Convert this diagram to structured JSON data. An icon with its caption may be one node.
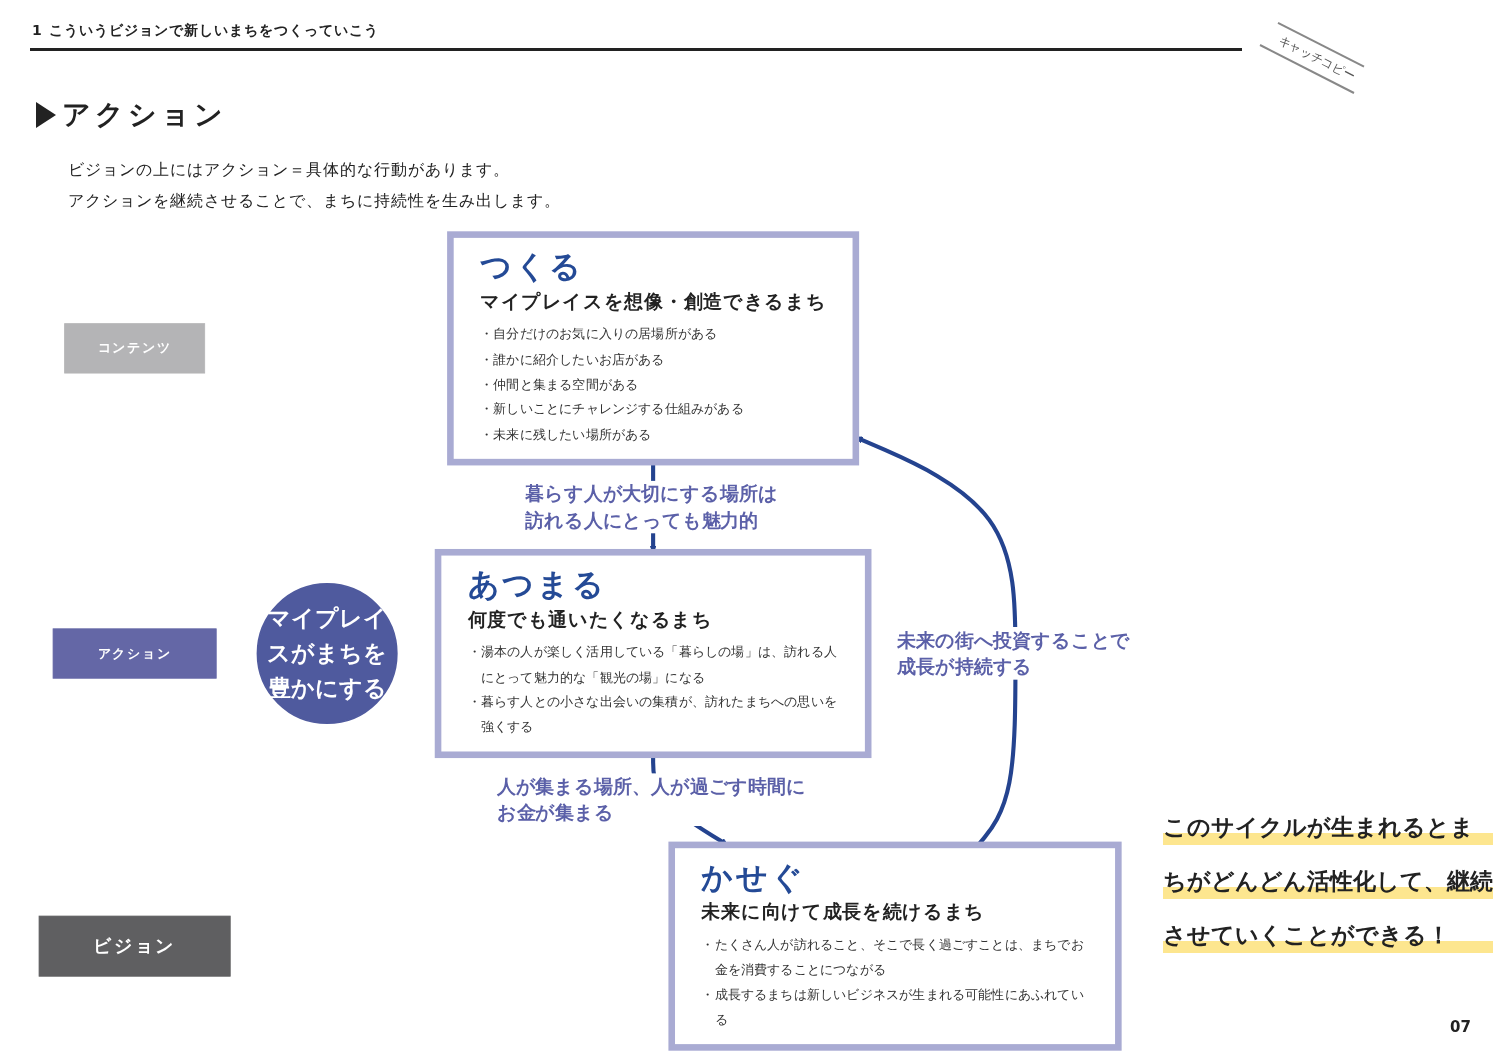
{
  "diagram": {
    "title": "アクション",
    "nodes": [
      {
        "text": [
          "コンテンツ"
        ]
      },
      {
        "text": [
          "アクション"
        ]
      },
      {
        "text": [
          "ビジョン"
        ]
      },
      {
        "text": [
          "つくる",
          "マイプレイスを想像・創造できるまち",
          "・自分だけのお気に入りの居場所がある",
          "・誰かに紹介したいお店がある",
          "・仲間と集まる空間がある",
          "・新しいことにチャレンジする仕組みがある",
          "・未来に残したい場所がある"
        ]
      },
      {
        "text": [
          "マイプレイスがまちを豊かにする"
        ]
      },
      {
        "text": [
          "あつまる",
          "何度でも通いたくなるまち",
          "・湯本の人が楽しく活用している「暮らしの場」は、訪れる人にとって魅力的な「観光の場」になる",
          "・暮らす人との小さな出会いの集積が、訪れたまちへの思いを強くする"
        ]
      },
      {
        "text": [
          "かせぐ",
          "未来に向けて成長を続けるまち",
          "・たくさん人が訪れること、そこで長く過ごすことは、まちでお金を消費することにつながる",
          "・成長するまちは新しいビジネスが生まれる可能性にあふれている"
        ]
      }
    ],
    "edges": [
      {
        "from": 3,
        "to": 5,
        "arrow": "to",
        "label": "暮らす人が大切にする場所は訪れる人にとっても魅力的"
      },
      {
        "from": 5,
        "to": 6,
        "arrow": "to",
        "label": "人が集まる場所、人が過ごす時間にお金が集まる"
      },
      {
        "from": 6,
        "to": 3,
        "arrow": "to",
        "label": "未来の街へ投資することで成長が持続する"
      }
    ],
    "labels": [
      "1 こういうビジョンで新しいまちをつくっていこう",
      "キャッチコピー",
      "ビジョンの上にはアクション＝具体的な行動があります。",
      "アクションを継続させることで、まちに持続性を生み出します。",
      "このサイクルが生まれるとまちがどんどん活性化して、継続させていくことができる！",
      "07"
    ]
  }
}
